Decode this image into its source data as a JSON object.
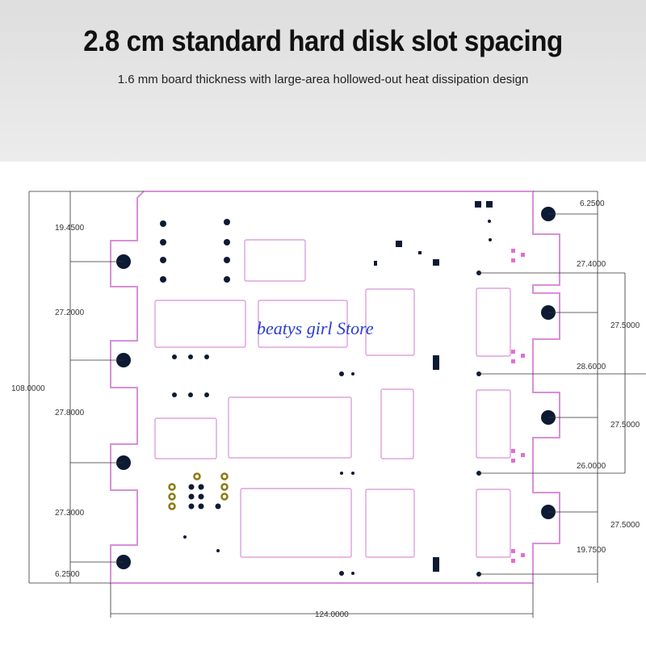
{
  "header": {
    "title": "2.8 cm standard hard disk slot spacing",
    "subtitle": "1.6 mm board thickness with large-area hollowed-out heat dissipation design"
  },
  "watermark": "beatys girl Store",
  "dimensions": {
    "left": [
      "19.4500",
      "27.2000",
      "27.8000",
      "27.3000",
      "6.2500"
    ],
    "total_height": "108.0000",
    "right": [
      "6.2500",
      "27.4000",
      "28.6000",
      "26.0000",
      "19.7500"
    ],
    "right_outer": [
      "27.5000",
      "27.5000",
      "27.5000"
    ],
    "total_width": "124.0000"
  },
  "colors": {
    "outline": "#d890d8",
    "hole": "#0d1a33",
    "dim_line": "#333333",
    "watermark": "#2a3ed0"
  }
}
